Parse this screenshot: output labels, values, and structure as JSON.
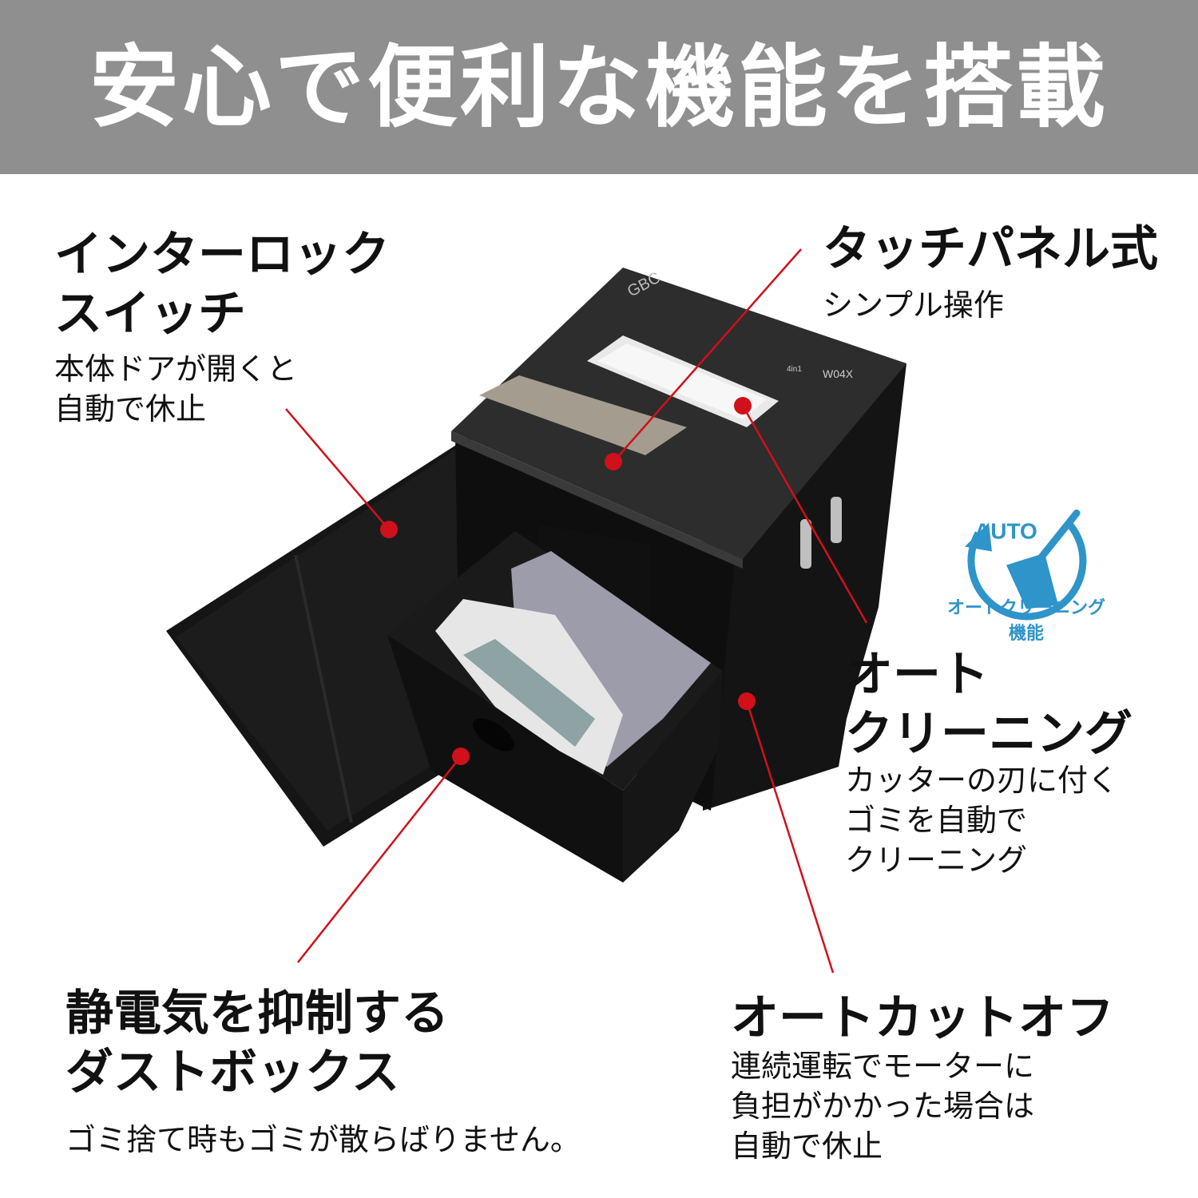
{
  "banner": {
    "title": "安心で便利な機能を搭載"
  },
  "features": {
    "interlock": {
      "title_lines": [
        "インターロック",
        "スイッチ"
      ],
      "desc_lines": [
        "本体ドアが開くと",
        "自動で休止"
      ]
    },
    "touch_panel": {
      "title": "タッチパネル式",
      "desc": "シンプル操作"
    },
    "auto_cleaning": {
      "title_lines": [
        "オート",
        "クリーニング"
      ],
      "desc_lines": [
        "カッターの刃に付く",
        "ゴミを自動で",
        "クリーニング"
      ]
    },
    "dust_box": {
      "title_lines": [
        "静電気を抑制する",
        "ダストボックス"
      ],
      "desc": "ゴミ捨て時もゴミが散らばりません。"
    },
    "auto_cutoff": {
      "title": "オートカットオフ",
      "desc_lines": [
        "連続運転でモーターに",
        "負担がかかった場合は",
        "自動で休止"
      ]
    }
  },
  "badge": {
    "auto_text": "AUTO",
    "caption_lines": [
      "オートクリーニング",
      "機能"
    ],
    "icon": "broom-icon",
    "color": "#2e94c9"
  },
  "product": {
    "brand": "GBC",
    "model": "W04X",
    "label_small": "4in1"
  },
  "colors": {
    "banner": "#8f8f8f",
    "callout": "#d0101a",
    "product_body": "#1e1e1e"
  }
}
